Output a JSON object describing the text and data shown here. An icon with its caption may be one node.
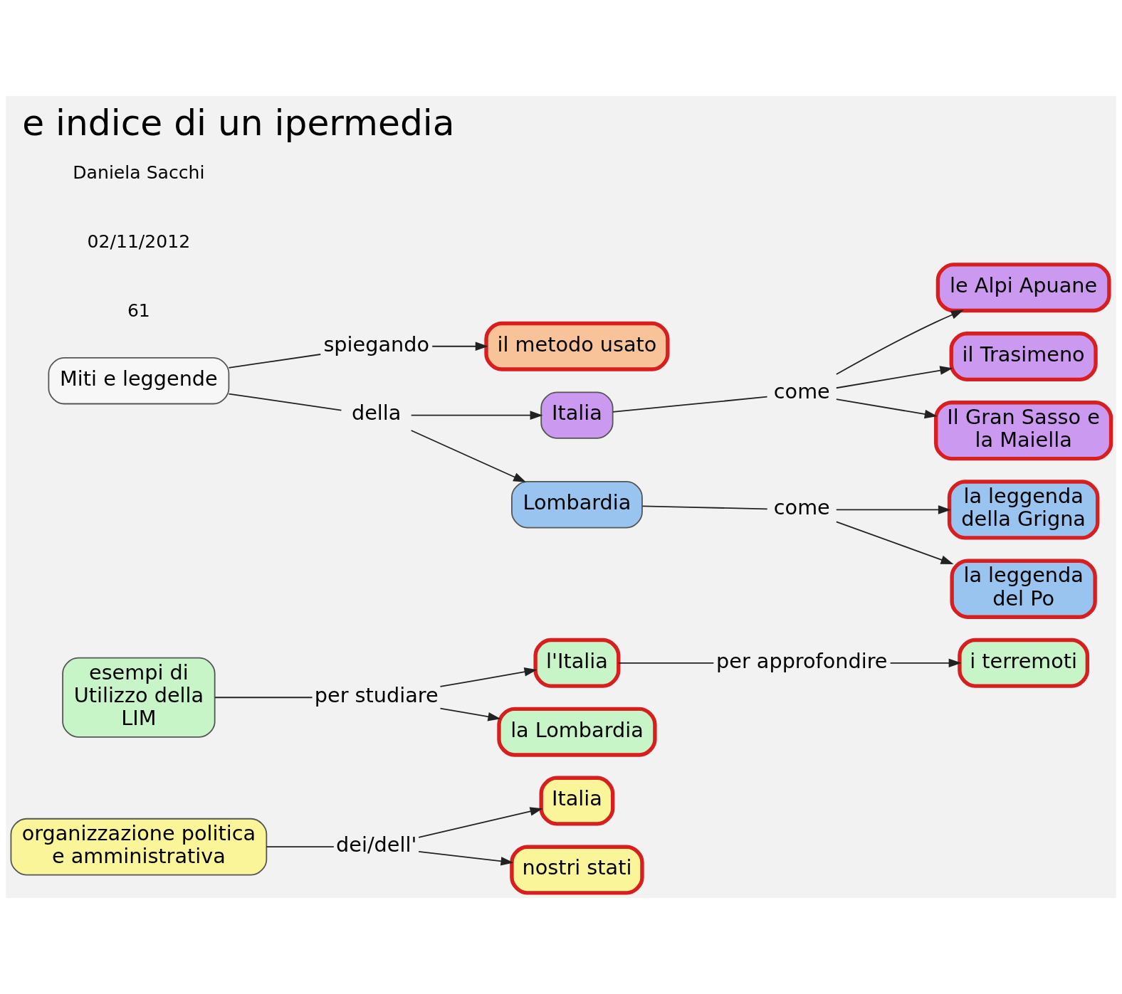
{
  "diagram": {
    "title": "e indice di un ipermedia",
    "nodes": [
      {
        "text": [
          "organizzazione politica e amministrativa"
        ]
      },
      {
        "text": [
          "dei/dell'"
        ]
      },
      {
        "text": [
          "Italia"
        ]
      },
      {
        "text": [
          "nostri stati"
        ]
      },
      {
        "text": [
          "esempi di Utilizzo della LIM"
        ]
      },
      {
        "text": [
          "per studiare"
        ]
      },
      {
        "text": [
          "l'Italia"
        ]
      },
      {
        "text": [
          "per approfondire"
        ]
      },
      {
        "text": [
          "i terremoti"
        ]
      },
      {
        "text": [
          "la Lombardia"
        ]
      },
      {
        "text": [
          "Miti e leggende"
        ]
      },
      {
        "text": [
          "spiegando"
        ]
      },
      {
        "text": [
          "il metodo usato"
        ]
      },
      {
        "text": [
          "della"
        ]
      },
      {
        "text": [
          "Italia"
        ]
      },
      {
        "text": [
          "come"
        ]
      },
      {
        "text": [
          "le Alpi Apuane"
        ]
      },
      {
        "text": [
          "il Trasimeno"
        ]
      },
      {
        "text": [
          "Il Gran Sasso e la Maiella"
        ]
      },
      {
        "text": [
          "Lombardia"
        ]
      },
      {
        "text": [
          "come"
        ]
      },
      {
        "text": [
          "la leggenda della Grigna"
        ]
      },
      {
        "text": [
          "la leggenda del Po"
        ]
      }
    ],
    "edges": [
      {
        "from": 0,
        "to": 1,
        "arrow": "none"
      },
      {
        "from": 1,
        "to": 2,
        "arrow": "to"
      },
      {
        "from": 1,
        "to": 3,
        "arrow": "to"
      },
      {
        "from": 4,
        "to": 5,
        "arrow": "none"
      },
      {
        "from": 5,
        "to": 6,
        "arrow": "to"
      },
      {
        "from": 5,
        "to": 9,
        "arrow": "to"
      },
      {
        "from": 6,
        "to": 7,
        "arrow": "none"
      },
      {
        "from": 7,
        "to": 8,
        "arrow": "to"
      },
      {
        "from": 10,
        "to": 11,
        "arrow": "none"
      },
      {
        "from": 11,
        "to": 12,
        "arrow": "to"
      },
      {
        "from": 10,
        "to": 13,
        "arrow": "none"
      },
      {
        "from": 13,
        "to": 14,
        "arrow": "to"
      },
      {
        "from": 13,
        "to": 19,
        "arrow": "to"
      },
      {
        "from": 14,
        "to": 15,
        "arrow": "none"
      },
      {
        "from": 15,
        "to": 16,
        "arrow": "to"
      },
      {
        "from": 15,
        "to": 17,
        "arrow": "to"
      },
      {
        "from": 15,
        "to": 18,
        "arrow": "to"
      },
      {
        "from": 19,
        "to": 20,
        "arrow": "none"
      },
      {
        "from": 20,
        "to": 21,
        "arrow": "to"
      },
      {
        "from": 20,
        "to": 22,
        "arrow": "to"
      }
    ],
    "labels": [
      "Daniela Sacchi",
      "02/11/2012",
      "61"
    ]
  }
}
